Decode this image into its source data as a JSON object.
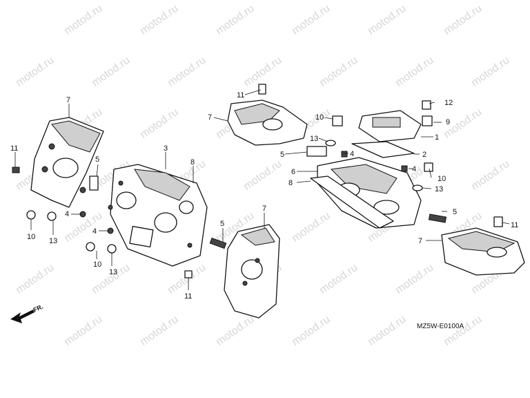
{
  "watermark": {
    "text": "motod.ru"
  },
  "diagram_code": "MZ5W-E0100A",
  "direction_label": "FR.",
  "callouts": [
    "1",
    "2",
    "3",
    "4",
    "5",
    "6",
    "7",
    "8",
    "9",
    "10",
    "11",
    "12",
    "13"
  ],
  "colors": {
    "line": "#111111",
    "shade": "#cfcfcf",
    "watermark": "#d7d7d7"
  }
}
